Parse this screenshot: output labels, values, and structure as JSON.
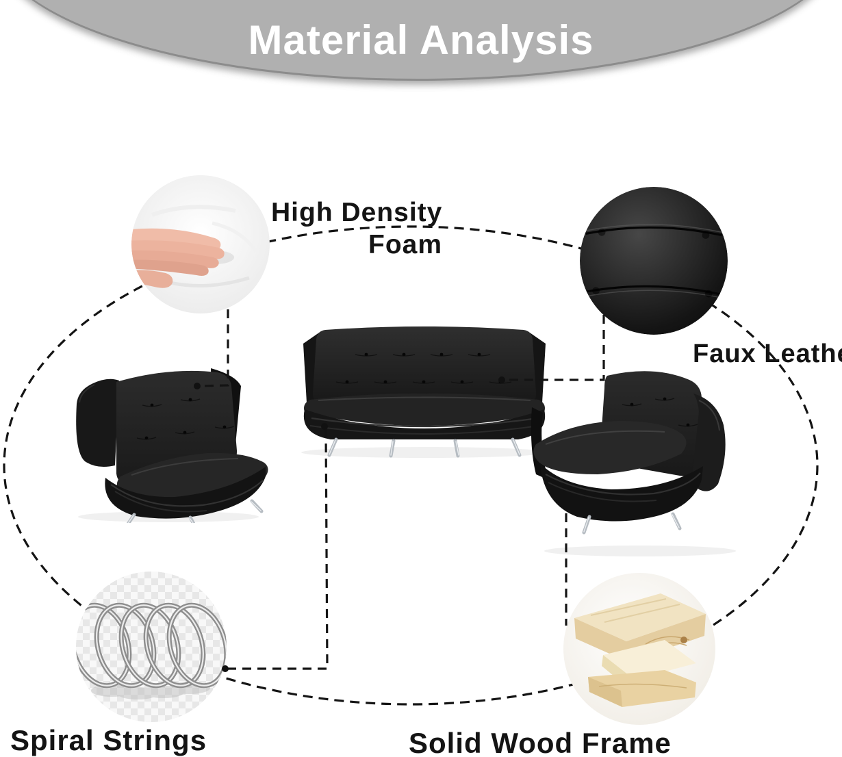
{
  "title": "Material Analysis",
  "callouts": {
    "foam": {
      "line1": "High Density",
      "line2": "Foam"
    },
    "leather": {
      "label": "Faux Leather"
    },
    "springs": {
      "label": "Spiral Strings"
    },
    "wood": {
      "label": "Solid Wood Frame"
    }
  },
  "colors": {
    "header_band": "#b0b0b0",
    "header_title": "#ffffff",
    "label_text": "#141414",
    "callout_line": "#141414",
    "sofa_leather_black": "#1e1e1e",
    "chrome_leg": "#bec4ca",
    "hand_skin": "#ecb4a0",
    "foam_white": "#f6f6f6",
    "spring_metal": "#8e8e8e",
    "wood_tan": "#e9d2a2"
  }
}
